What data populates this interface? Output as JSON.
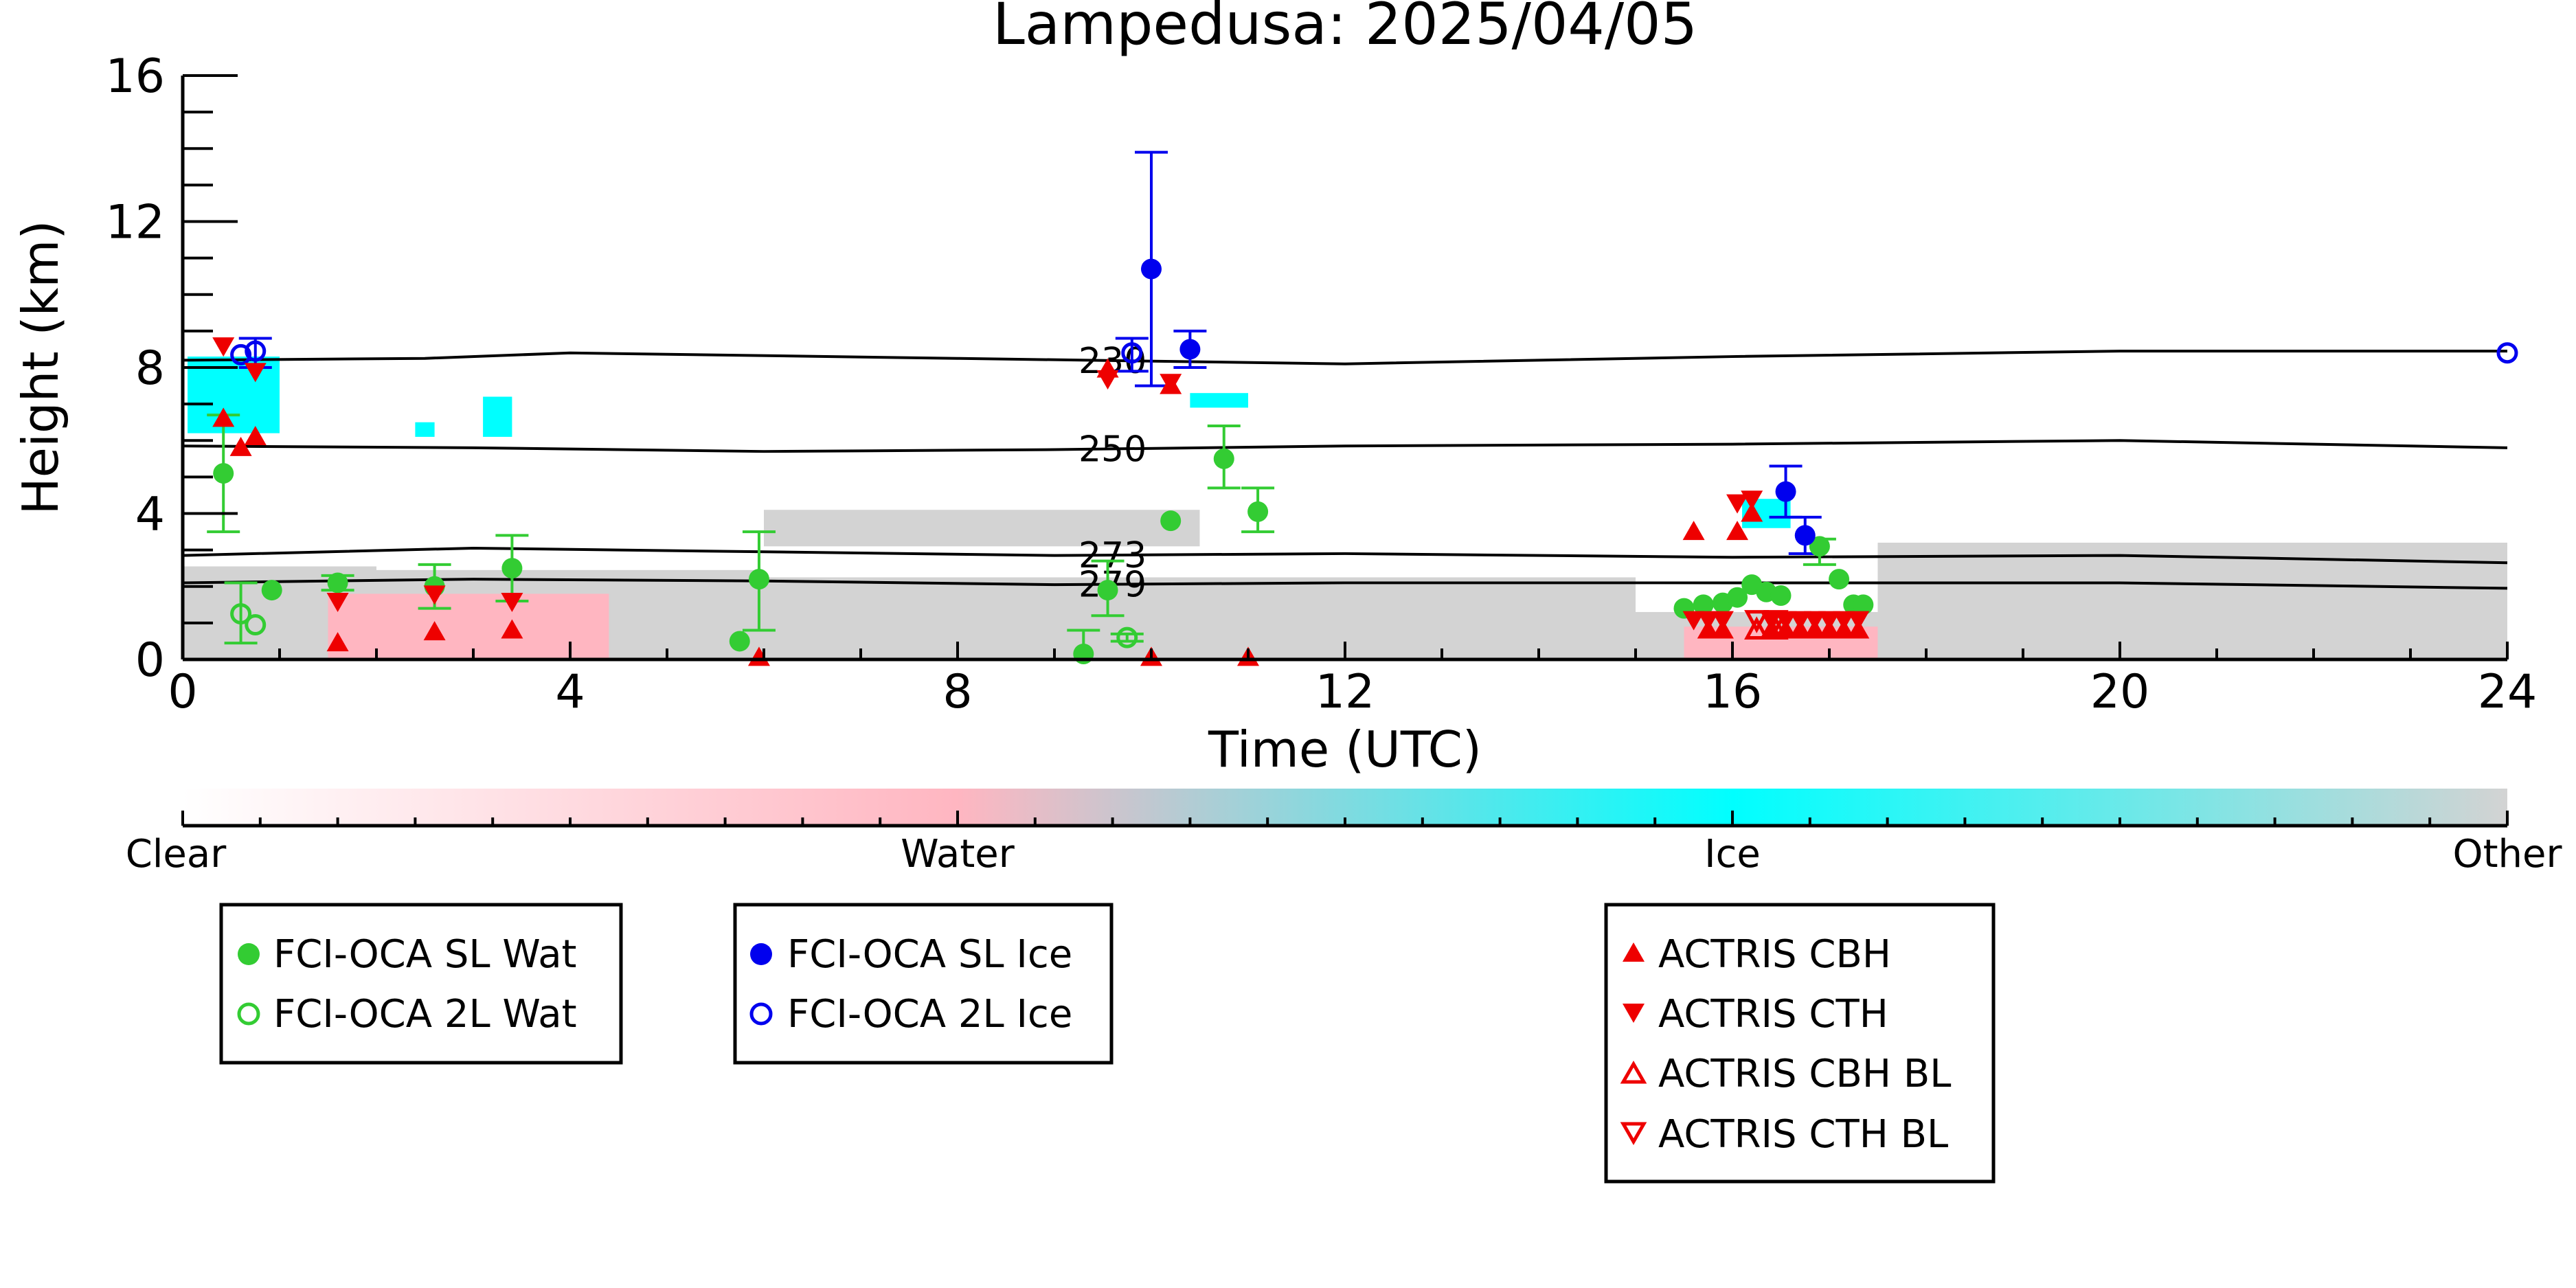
{
  "chart_data": {
    "type": "scatter",
    "title": "Lampedusa: 2025/04/05",
    "xlabel": "Time (UTC)",
    "ylabel": "Height (km)",
    "xlim": [
      0,
      24
    ],
    "ylim": [
      0,
      16
    ],
    "xticks": [
      0,
      4,
      8,
      12,
      16,
      20,
      24
    ],
    "yticks": [
      0,
      4,
      8,
      12,
      16
    ],
    "grid": false,
    "colorbar": {
      "labels": [
        "Clear",
        "Water",
        "Ice",
        "Other"
      ],
      "colors": [
        "#ffffff",
        "#ffb6c1",
        "#00ffff",
        "#d3d3d3"
      ]
    },
    "isotherms": [
      {
        "label": "230",
        "label_x": 9.6,
        "points": [
          [
            0,
            8.2
          ],
          [
            2.5,
            8.25
          ],
          [
            4,
            8.4
          ],
          [
            8,
            8.25
          ],
          [
            12,
            8.1
          ],
          [
            16,
            8.3
          ],
          [
            20,
            8.45
          ],
          [
            24,
            8.45
          ]
        ]
      },
      {
        "label": "250",
        "label_x": 9.6,
        "points": [
          [
            0,
            5.85
          ],
          [
            3,
            5.8
          ],
          [
            6,
            5.7
          ],
          [
            9,
            5.75
          ],
          [
            12,
            5.85
          ],
          [
            16,
            5.9
          ],
          [
            20,
            6.0
          ],
          [
            24,
            5.8
          ]
        ]
      },
      {
        "label": "273",
        "label_x": 9.6,
        "points": [
          [
            0,
            2.85
          ],
          [
            3,
            3.05
          ],
          [
            6,
            2.95
          ],
          [
            9,
            2.85
          ],
          [
            12,
            2.9
          ],
          [
            16,
            2.8
          ],
          [
            20,
            2.85
          ],
          [
            24,
            2.65
          ]
        ]
      },
      {
        "label": "279",
        "label_x": 9.6,
        "points": [
          [
            0,
            2.1
          ],
          [
            3,
            2.2
          ],
          [
            6,
            2.15
          ],
          [
            9,
            2.05
          ],
          [
            12,
            2.1
          ],
          [
            16,
            2.1
          ],
          [
            20,
            2.1
          ],
          [
            24,
            1.95
          ]
        ]
      }
    ],
    "cloudnet_bands": [
      {
        "category": "Other",
        "color": "#d3d3d3",
        "x_start": 0.0,
        "x_end": 2.0,
        "y_top": 2.55
      },
      {
        "category": "Other",
        "color": "#d3d3d3",
        "x_start": 2.0,
        "x_end": 6.0,
        "y_top": 2.45
      },
      {
        "category": "Other",
        "color": "#d3d3d3",
        "x_start": 6.0,
        "x_end": 15.0,
        "y_top": 2.25
      },
      {
        "category": "Other",
        "color": "#d3d3d3",
        "x_start": 15.0,
        "x_end": 17.5,
        "y_top": 1.3
      },
      {
        "category": "Other",
        "color": "#d3d3d3",
        "x_start": 17.5,
        "x_end": 24.0,
        "y_top": 3.2
      },
      {
        "category": "Water",
        "color": "#ffb6c1",
        "x_start": 1.5,
        "x_end": 4.4,
        "y_top": 1.8
      },
      {
        "category": "Water",
        "color": "#ffb6c1",
        "x_start": 15.5,
        "x_end": 17.5,
        "y_top": 0.9
      },
      {
        "category": "Ice",
        "color": "#00ffff",
        "x_start": 0.05,
        "x_end": 1.0,
        "y_top": 8.3,
        "y_bottom": 6.2
      },
      {
        "category": "Ice",
        "color": "#00ffff",
        "x_start": 2.4,
        "x_end": 2.6,
        "y_top": 6.5,
        "y_bottom": 6.1
      },
      {
        "category": "Ice",
        "color": "#00ffff",
        "x_start": 3.1,
        "x_end": 3.4,
        "y_top": 7.2,
        "y_bottom": 6.1
      },
      {
        "category": "Ice",
        "color": "#00ffff",
        "x_start": 10.4,
        "x_end": 11.0,
        "y_top": 7.3,
        "y_bottom": 6.9
      },
      {
        "category": "Ice",
        "color": "#00ffff",
        "x_start": 16.1,
        "x_end": 16.6,
        "y_top": 4.4,
        "y_bottom": 3.6
      },
      {
        "category": "Other",
        "color": "#d3d3d3",
        "x_start": 6.0,
        "x_end": 10.5,
        "y_top": 4.1,
        "y_bottom": 3.1
      }
    ],
    "series": [
      {
        "name": "FCI-OCA SL Wat",
        "marker": "circle-filled",
        "color": "#33cc33",
        "points": [
          {
            "x": 0.42,
            "y": 5.1,
            "yerr_low": 3.5,
            "yerr_high": 6.7
          },
          {
            "x": 0.92,
            "y": 1.9
          },
          {
            "x": 1.6,
            "y": 2.1,
            "yerr_low": 1.9,
            "yerr_high": 2.3
          },
          {
            "x": 2.6,
            "y": 2.0,
            "yerr_low": 1.4,
            "yerr_high": 2.6
          },
          {
            "x": 3.4,
            "y": 2.5,
            "yerr_low": 1.6,
            "yerr_high": 3.4
          },
          {
            "x": 5.75,
            "y": 0.5
          },
          {
            "x": 5.95,
            "y": 2.2,
            "yerr_low": 0.8,
            "yerr_high": 3.5
          },
          {
            "x": 9.3,
            "y": 0.15,
            "yerr_low": 0.0,
            "yerr_high": 0.8
          },
          {
            "x": 9.55,
            "y": 1.9,
            "yerr_low": 1.2,
            "yerr_high": 2.7
          },
          {
            "x": 10.2,
            "y": 3.8
          },
          {
            "x": 10.75,
            "y": 5.5,
            "yerr_low": 4.7,
            "yerr_high": 6.4
          },
          {
            "x": 11.1,
            "y": 4.05,
            "yerr_low": 3.5,
            "yerr_high": 4.7
          },
          {
            "x": 15.5,
            "y": 1.4
          },
          {
            "x": 15.7,
            "y": 1.5
          },
          {
            "x": 15.9,
            "y": 1.55
          },
          {
            "x": 16.05,
            "y": 1.7
          },
          {
            "x": 16.2,
            "y": 2.05
          },
          {
            "x": 16.35,
            "y": 1.85
          },
          {
            "x": 16.5,
            "y": 1.75
          },
          {
            "x": 16.9,
            "y": 3.1,
            "yerr_low": 2.6,
            "yerr_high": 3.3
          },
          {
            "x": 17.1,
            "y": 2.2
          },
          {
            "x": 17.25,
            "y": 1.5
          },
          {
            "x": 17.35,
            "y": 1.5
          }
        ]
      },
      {
        "name": "FCI-OCA 2L Wat",
        "marker": "circle-open",
        "color": "#33cc33",
        "points": [
          {
            "x": 0.6,
            "y": 1.25,
            "yerr_low": 0.45,
            "yerr_high": 2.1
          },
          {
            "x": 0.75,
            "y": 0.95
          },
          {
            "x": 9.75,
            "y": 0.6,
            "yerr_low": 0.5,
            "yerr_high": 0.7
          }
        ]
      },
      {
        "name": "FCI-OCA SL Ice",
        "marker": "circle-filled",
        "color": "#0000ee",
        "points": [
          {
            "x": 10.0,
            "y": 10.7,
            "yerr_low": 7.5,
            "yerr_high": 13.9
          },
          {
            "x": 10.4,
            "y": 8.5,
            "yerr_low": 8.0,
            "yerr_high": 9.0
          },
          {
            "x": 16.55,
            "y": 4.6,
            "yerr_low": 3.9,
            "yerr_high": 5.3
          },
          {
            "x": 16.75,
            "y": 3.4,
            "yerr_low": 2.9,
            "yerr_high": 3.9
          }
        ]
      },
      {
        "name": "FCI-OCA 2L Ice",
        "marker": "circle-open",
        "color": "#0000ee",
        "points": [
          {
            "x": 0.6,
            "y": 8.35
          },
          {
            "x": 0.75,
            "y": 8.45,
            "yerr_low": 8.0,
            "yerr_high": 8.8
          },
          {
            "x": 9.8,
            "y": 8.4,
            "yerr_low": 7.9,
            "yerr_high": 8.8
          },
          {
            "x": 24.0,
            "y": 8.4
          }
        ]
      },
      {
        "name": "ACTRIS CBH",
        "marker": "triangle-up-filled",
        "color": "#ee0000",
        "points": [
          {
            "x": 0.42,
            "y": 6.6
          },
          {
            "x": 0.6,
            "y": 5.8
          },
          {
            "x": 0.75,
            "y": 6.1
          },
          {
            "x": 1.6,
            "y": 0.45
          },
          {
            "x": 2.6,
            "y": 0.75
          },
          {
            "x": 3.4,
            "y": 0.8
          },
          {
            "x": 5.95,
            "y": 0.05
          },
          {
            "x": 9.55,
            "y": 7.95
          },
          {
            "x": 10.0,
            "y": 0.05
          },
          {
            "x": 10.2,
            "y": 7.5
          },
          {
            "x": 11.0,
            "y": 0.05
          },
          {
            "x": 15.6,
            "y": 3.5
          },
          {
            "x": 15.75,
            "y": 0.8
          },
          {
            "x": 15.9,
            "y": 0.8
          },
          {
            "x": 16.05,
            "y": 3.5
          },
          {
            "x": 16.2,
            "y": 4.0
          },
          {
            "x": 16.4,
            "y": 0.8
          },
          {
            "x": 16.55,
            "y": 0.8
          },
          {
            "x": 16.7,
            "y": 0.8
          },
          {
            "x": 16.85,
            "y": 0.8
          },
          {
            "x": 17.0,
            "y": 0.8
          },
          {
            "x": 17.15,
            "y": 0.8
          },
          {
            "x": 17.3,
            "y": 0.8
          }
        ]
      },
      {
        "name": "ACTRIS CTH",
        "marker": "triangle-down-filled",
        "color": "#ee0000",
        "points": [
          {
            "x": 0.42,
            "y": 8.6
          },
          {
            "x": 0.75,
            "y": 7.9
          },
          {
            "x": 1.6,
            "y": 1.6
          },
          {
            "x": 2.6,
            "y": 1.8
          },
          {
            "x": 3.4,
            "y": 1.6
          },
          {
            "x": 9.55,
            "y": 7.7
          },
          {
            "x": 10.2,
            "y": 7.6
          },
          {
            "x": 16.05,
            "y": 4.3
          },
          {
            "x": 16.2,
            "y": 4.4
          },
          {
            "x": 15.6,
            "y": 1.1
          },
          {
            "x": 15.75,
            "y": 1.1
          },
          {
            "x": 15.9,
            "y": 1.1
          },
          {
            "x": 16.4,
            "y": 1.1
          },
          {
            "x": 16.55,
            "y": 1.1
          },
          {
            "x": 16.7,
            "y": 1.1
          },
          {
            "x": 16.85,
            "y": 1.1
          },
          {
            "x": 17.0,
            "y": 1.1
          },
          {
            "x": 17.15,
            "y": 1.1
          },
          {
            "x": 17.3,
            "y": 1.1
          }
        ]
      },
      {
        "name": "ACTRIS CBH BL",
        "marker": "triangle-up-open",
        "color": "#ee0000",
        "points": [
          {
            "x": 16.25,
            "y": 0.8
          },
          {
            "x": 16.45,
            "y": 0.8
          }
        ]
      },
      {
        "name": "ACTRIS CTH BL",
        "marker": "triangle-down-open",
        "color": "#ee0000",
        "points": [
          {
            "x": 16.25,
            "y": 1.1
          },
          {
            "x": 16.45,
            "y": 1.1
          }
        ]
      }
    ]
  }
}
